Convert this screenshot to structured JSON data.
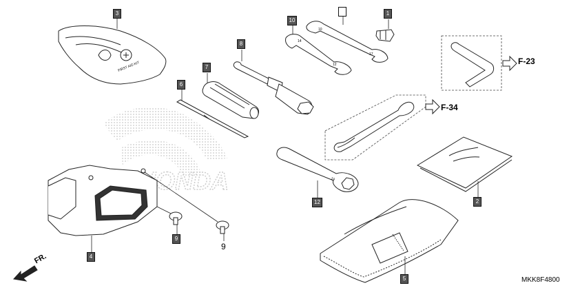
{
  "callouts": {
    "c1": "1",
    "c2": "2",
    "c3": "3",
    "c4": "4",
    "c5": "5",
    "c6": "6",
    "c7": "7",
    "c8": "8",
    "c9": "9",
    "c10": "10",
    "c11": "",
    "c12": "12"
  },
  "plain_label_9": "9",
  "refs": {
    "f23": "F-23",
    "f34": "F-34"
  },
  "front_label": "FR.",
  "diagram_code": "MKK8F4800",
  "first_aid_text": "FIRST AID KIT",
  "brand_watermark": "HONDA",
  "wrench_marks": {
    "w10": "10",
    "w12": "12",
    "w14": "14",
    "w17": "17",
    "w19": "19"
  },
  "colors": {
    "line": "#222222",
    "callout_fill": "#555555",
    "watermark": "#c8c8c8"
  }
}
